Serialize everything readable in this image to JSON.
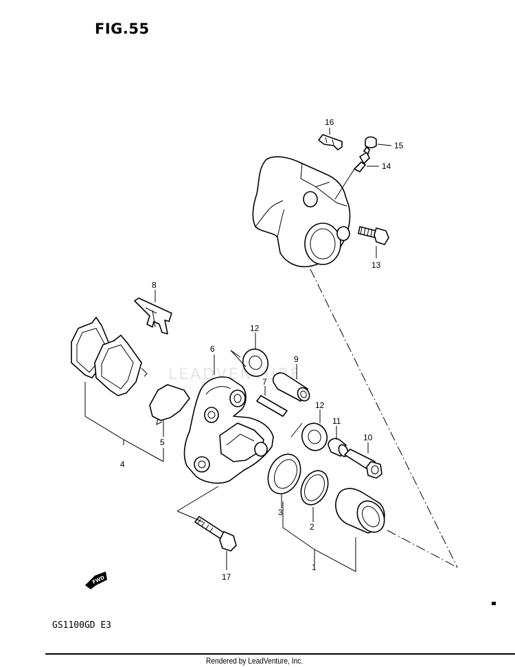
{
  "figure": {
    "title": "FIG.55"
  },
  "model": {
    "code": "GS1100GD  E3"
  },
  "footer": {
    "text": "Rendered by LeadVenture, Inc."
  },
  "watermark": {
    "text": "LEADVENTURE"
  },
  "fwd_marker": {
    "text": "FWD"
  },
  "callouts": [
    {
      "id": "1",
      "label": "1"
    },
    {
      "id": "2",
      "label": "2"
    },
    {
      "id": "3",
      "label": "3"
    },
    {
      "id": "4",
      "label": "4"
    },
    {
      "id": "5",
      "label": "5"
    },
    {
      "id": "6",
      "label": "6"
    },
    {
      "id": "7",
      "label": "7"
    },
    {
      "id": "8",
      "label": "8"
    },
    {
      "id": "9",
      "label": "9"
    },
    {
      "id": "10",
      "label": "10"
    },
    {
      "id": "11",
      "label": "11"
    },
    {
      "id": "12a",
      "label": "12"
    },
    {
      "id": "12b",
      "label": "12"
    },
    {
      "id": "13",
      "label": "13"
    },
    {
      "id": "14",
      "label": "14"
    },
    {
      "id": "15",
      "label": "15"
    },
    {
      "id": "16",
      "label": "16"
    },
    {
      "id": "17",
      "label": "17"
    }
  ]
}
